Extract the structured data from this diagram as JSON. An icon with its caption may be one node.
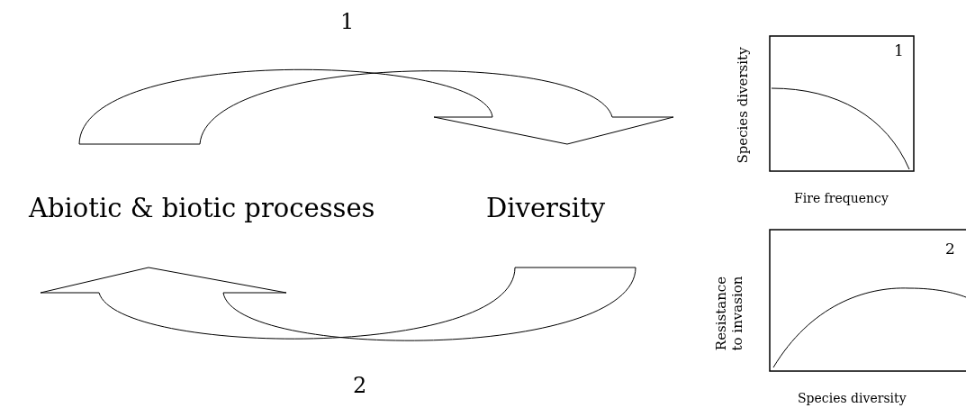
{
  "diagram": {
    "nodes": [
      {
        "text": [
          "Abiotic & biotic processes"
        ]
      },
      {
        "text": [
          "Diversity"
        ]
      }
    ],
    "edges": [
      {
        "from": 0,
        "to": 1,
        "arrow": "to",
        "label": "1"
      },
      {
        "from": 1,
        "to": 0,
        "arrow": "to",
        "label": "2"
      }
    ],
    "labels": [
      "Species diversity",
      "1",
      "Fire frequency",
      "Resistance to invasion",
      "2",
      "Species diversity"
    ]
  }
}
